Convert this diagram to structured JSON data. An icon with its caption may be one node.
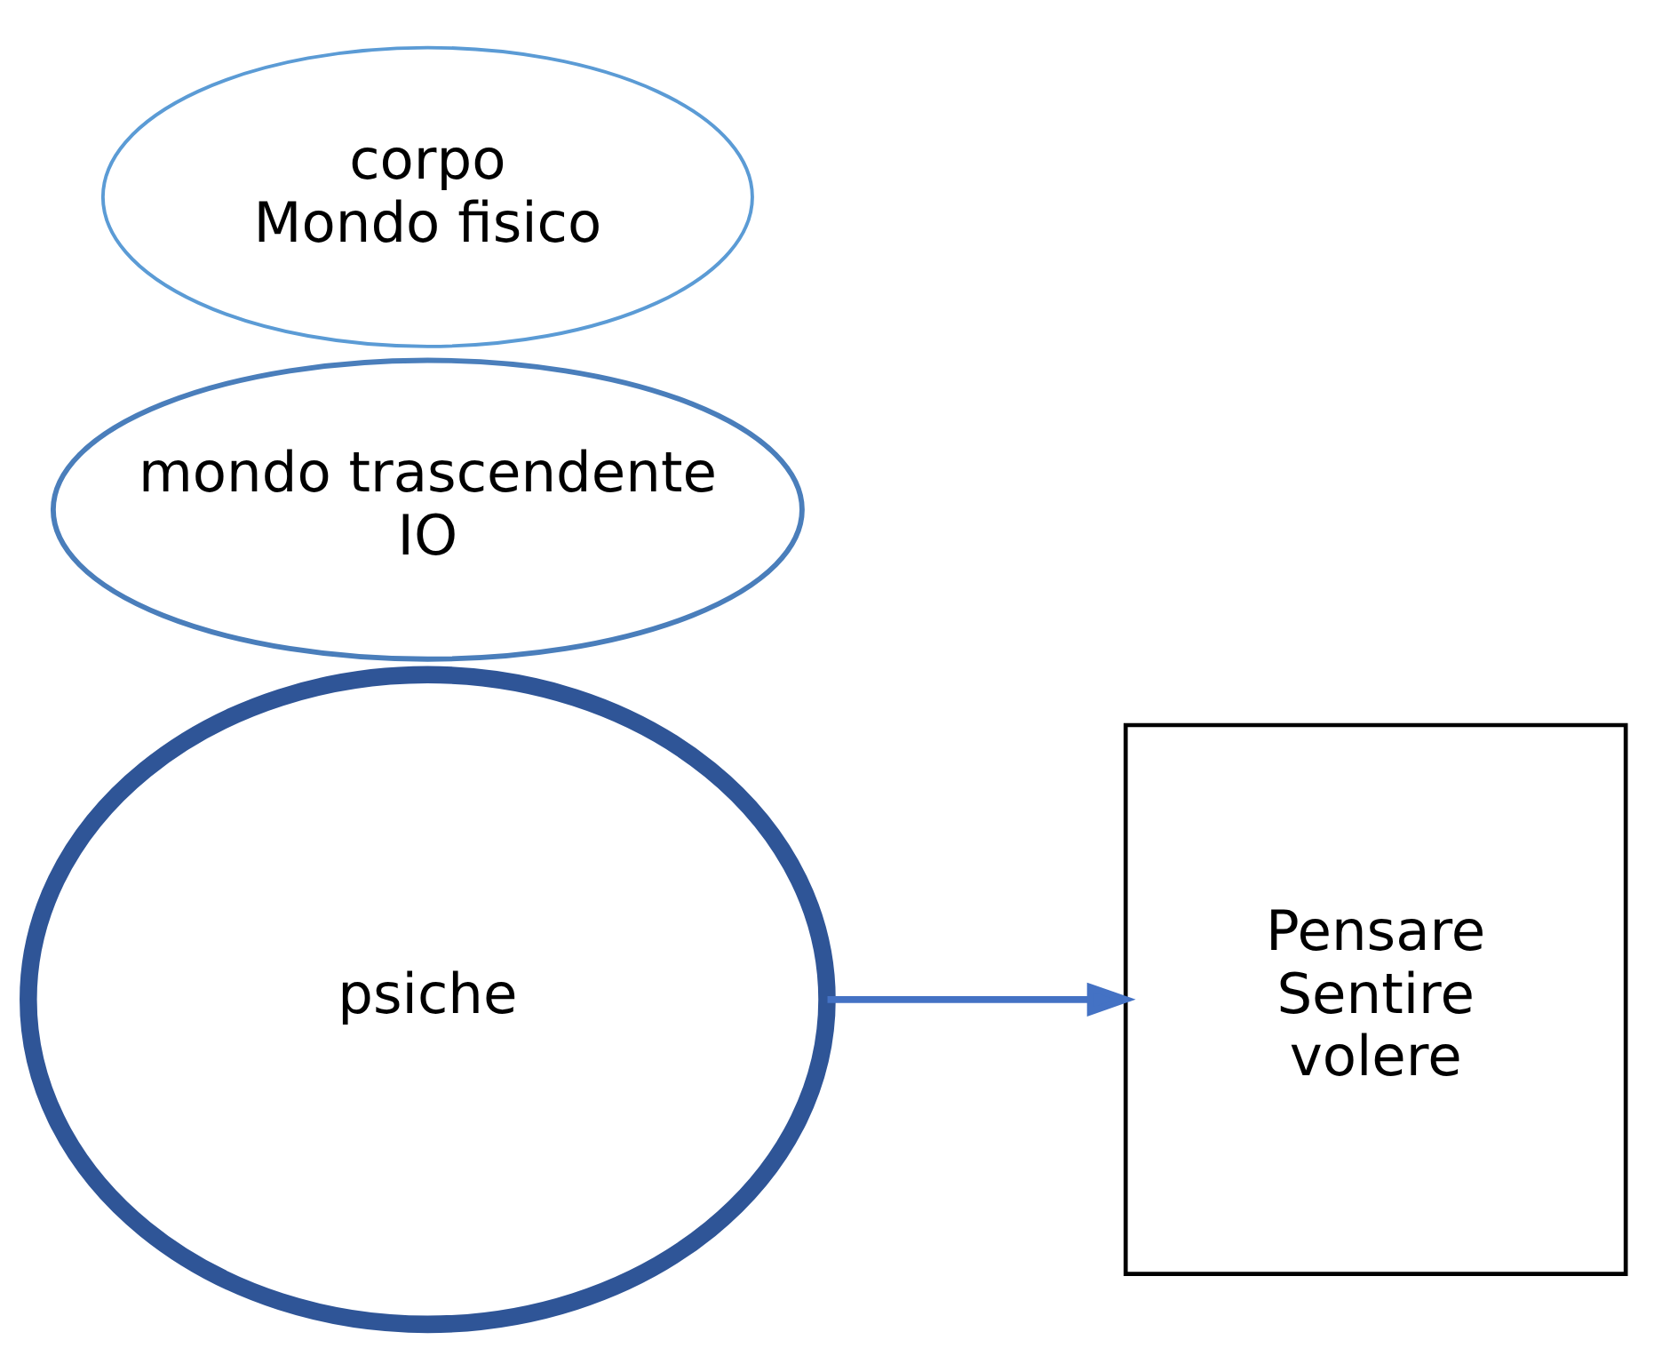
{
  "diagram": {
    "nodes": [
      {
        "text": [
          "psiche"
        ]
      },
      {
        "text": [
          "mondo trascendente",
          "IO"
        ]
      },
      {
        "text": [
          "corpo",
          "Mondo fisico"
        ]
      },
      {
        "text": [
          "Pensare",
          "Sentire",
          "volere"
        ]
      }
    ],
    "edges": [
      {
        "from": 0,
        "to": 3,
        "arrow": "to",
        "color": "#4472c4"
      }
    ]
  }
}
